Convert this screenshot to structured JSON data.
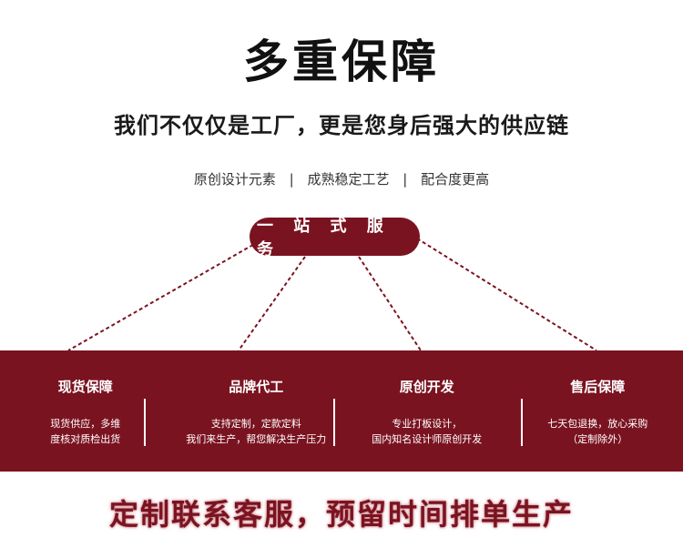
{
  "title": "多重保障",
  "subtitle": "我们不仅仅是工厂，更是您身后强大的供应链",
  "tagline": {
    "items": [
      "原创设计元素",
      "成熟稳定工艺",
      "配合度更高"
    ],
    "separator": "|"
  },
  "service_pill": "一 站 式 服 务",
  "colors": {
    "brand": "#7a1320",
    "text": "#1a1a1a",
    "background": "#ffffff"
  },
  "columns": [
    {
      "title": "现货保障",
      "lines": [
        "现货供应，多维",
        "度核对质检出货"
      ]
    },
    {
      "title": "品牌代工",
      "lines": [
        "支持定制，定款定料",
        "我们来生产，帮您解决生产压力"
      ]
    },
    {
      "title": "原创开发",
      "lines": [
        "专业打板设计，",
        "国内知名设计师原创开发"
      ]
    },
    {
      "title": "售后保障",
      "lines": [
        "七天包退换，放心采购",
        "（定制除外）"
      ]
    }
  ],
  "cta": "定制联系客服，预留时间排单生产"
}
